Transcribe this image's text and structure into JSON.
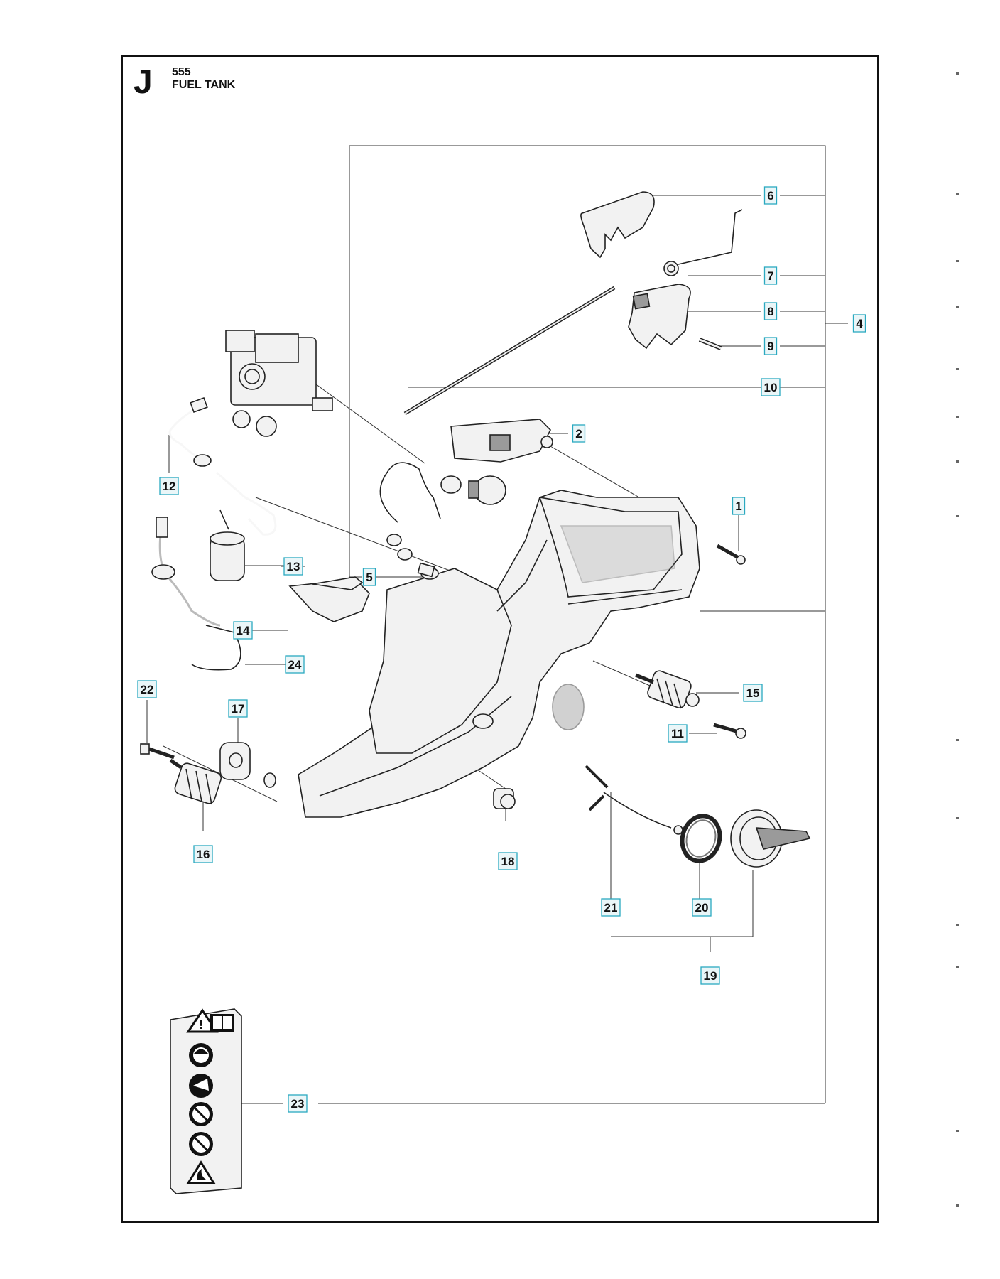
{
  "header": {
    "section_letter": "J",
    "model": "555",
    "title": "FUEL TANK"
  },
  "callouts": [
    {
      "id": "6",
      "label": "6"
    },
    {
      "id": "7",
      "label": "7"
    },
    {
      "id": "8",
      "label": "8"
    },
    {
      "id": "4",
      "label": "4"
    },
    {
      "id": "9",
      "label": "9"
    },
    {
      "id": "10",
      "label": "10"
    },
    {
      "id": "2",
      "label": "2"
    },
    {
      "id": "12",
      "label": "12"
    },
    {
      "id": "1",
      "label": "1"
    },
    {
      "id": "13",
      "label": "13"
    },
    {
      "id": "5",
      "label": "5"
    },
    {
      "id": "14",
      "label": "14"
    },
    {
      "id": "24",
      "label": "24"
    },
    {
      "id": "22",
      "label": "22"
    },
    {
      "id": "17",
      "label": "17"
    },
    {
      "id": "15",
      "label": "15"
    },
    {
      "id": "11",
      "label": "11"
    },
    {
      "id": "16",
      "label": "16"
    },
    {
      "id": "18",
      "label": "18"
    },
    {
      "id": "21",
      "label": "21"
    },
    {
      "id": "20",
      "label": "20"
    },
    {
      "id": "19",
      "label": "19"
    },
    {
      "id": "23",
      "label": "23"
    }
  ],
  "colors": {
    "frame": "#111111",
    "callout_border": "#2aa9c0",
    "callout_fill": "#eaf6f8"
  },
  "decal_icons": [
    "warning-triangle-icon",
    "manual-book-icon",
    "helmet-icon",
    "kickback-icon",
    "one-hand-prohibited-icon",
    "no-smoking-icon",
    "fire-icon"
  ]
}
